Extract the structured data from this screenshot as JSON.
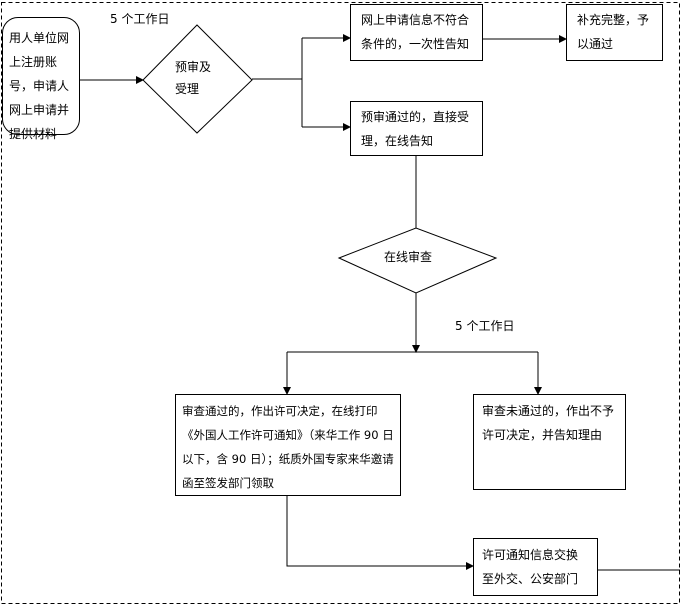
{
  "title_days_1": "5 个工作日",
  "title_days_2": "5 个工作日",
  "nodes": {
    "start": "用人单位网上注册账号，申请人网上申请并提供材料",
    "precheck": "预审及受理",
    "not_qualified": "网上申请信息不符合条件的，一次性告知",
    "supplement": "补充完整，予以通过",
    "precheck_pass": "预审通过的，直接受理，在线告知",
    "online_review": "在线审查",
    "review_pass": "审查通过的，作出许可决定，在线打印《外国人工作许可通知》（来华工作 90 日以下，含 90 日）；纸质外国专家来华邀请函至签发部门领取",
    "review_fail": "审查未通过的，作出不予许可决定，并告知理由",
    "exchange": "许可通知信息交换至外交、公安部门"
  }
}
